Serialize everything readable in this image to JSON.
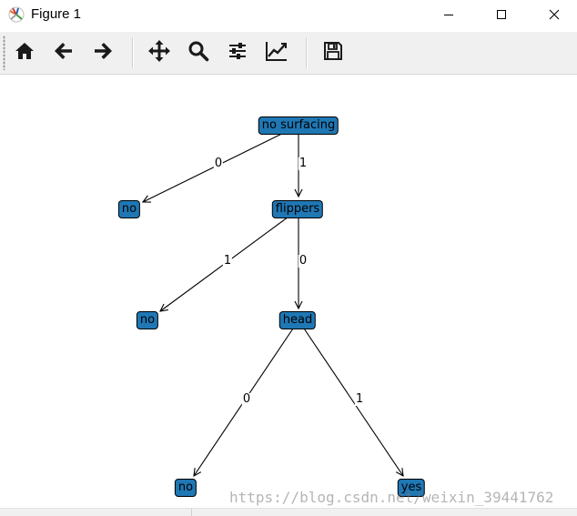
{
  "window": {
    "title": "Figure 1",
    "icon": "matplotlib-icon",
    "controls": [
      "minimize-icon",
      "maximize-icon",
      "close-icon"
    ]
  },
  "toolbar": {
    "buttons": [
      {
        "name": "home",
        "icon": "home-icon"
      },
      {
        "name": "back",
        "icon": "arrow-left-icon"
      },
      {
        "name": "forward",
        "icon": "arrow-right-icon"
      },
      {
        "name": "pan",
        "icon": "move-icon"
      },
      {
        "name": "zoom",
        "icon": "magnifier-icon"
      },
      {
        "name": "subplots",
        "icon": "sliders-icon"
      },
      {
        "name": "edit-axes",
        "icon": "line-chart-icon"
      },
      {
        "name": "save",
        "icon": "floppy-disk-icon"
      }
    ]
  },
  "tree": {
    "node_color": "#1f77b4",
    "nodes": {
      "root": "no surfacing",
      "root_leaf": "no",
      "flippers": "flippers",
      "flippers_leaf": "no",
      "head": "head",
      "head_leaf_0": "no",
      "head_leaf_1": "yes"
    },
    "edges": {
      "root_to_leaf": "0",
      "root_to_flippers": "1",
      "flippers_to_leaf": "1",
      "flippers_to_head": "0",
      "head_to_leaf_0": "0",
      "head_to_leaf_1": "1"
    }
  },
  "watermark": "https://blog.csdn.net/weixin_39441762"
}
